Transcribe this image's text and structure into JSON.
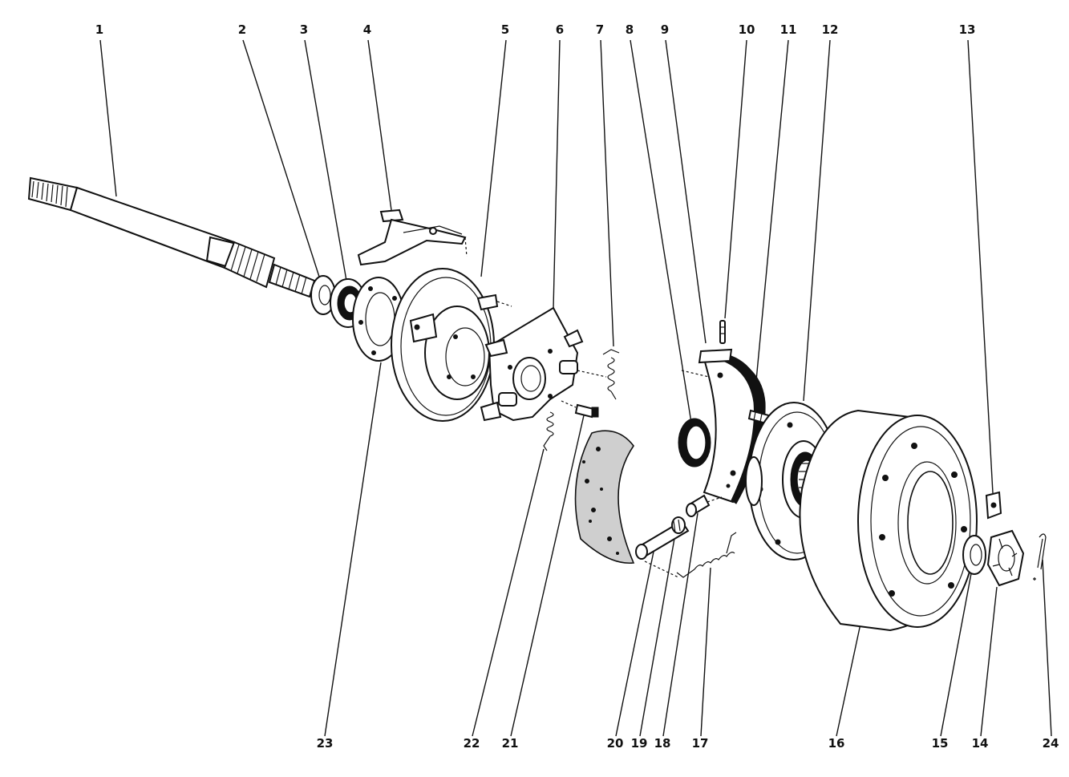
{
  "callouts_top": [
    "1",
    "2",
    "3",
    "4",
    "5",
    "6",
    "7",
    "8",
    "9",
    "10",
    "11",
    "12",
    "13"
  ],
  "callouts_bottom": [
    "23",
    "22",
    "21",
    "20",
    "19",
    "18",
    "17",
    "16",
    "15",
    "14",
    "24"
  ]
}
